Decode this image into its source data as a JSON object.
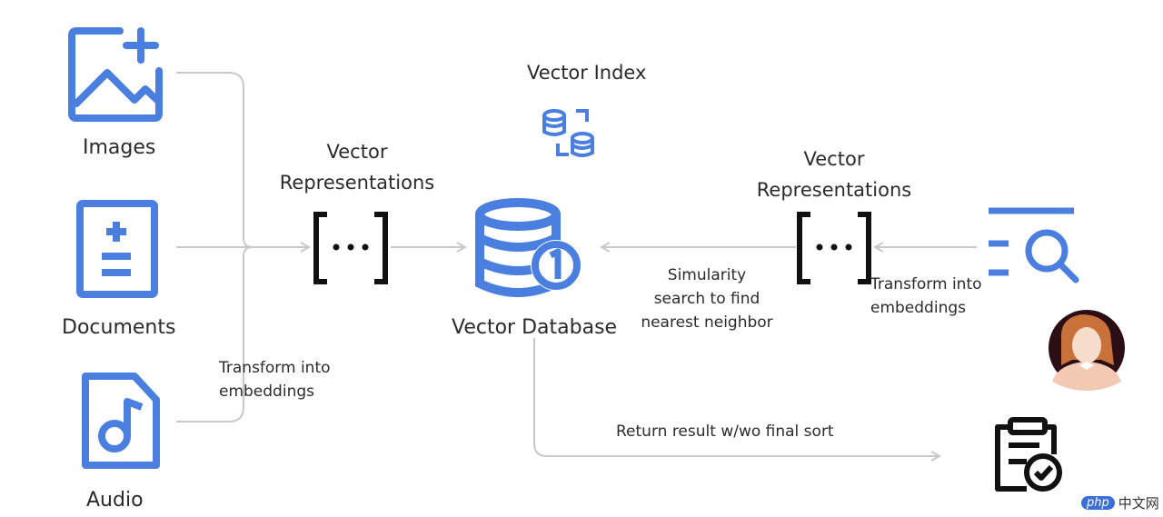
{
  "sources": {
    "images_label": "Images",
    "documents_label": "Documents",
    "audio_label": "Audio"
  },
  "left_transform_label": "Transform into\nembeddings",
  "left_vectors_label": "Vector\nRepresentations",
  "vector_index_label": "Vector Index",
  "database_label": "Vector Database",
  "similarity_label": "Simularity\nsearch to find\nnearest neighbor",
  "right_vectors_label": "Vector\nRepresentations",
  "right_transform_label": "Transform into\nembeddings",
  "return_label": "Return result w/wo final sort",
  "watermark": {
    "badge": "php",
    "text": "中文网"
  },
  "colors": {
    "accent": "#4a7fe0",
    "arrow": "#c8c8c8",
    "bracket": "#111111",
    "text": "#2b2b2b"
  },
  "icons": [
    "image-add-icon",
    "document-icon",
    "audio-file-icon",
    "vector-index-icon",
    "database-icon",
    "search-query-icon",
    "user-avatar-icon",
    "clipboard-check-icon"
  ]
}
